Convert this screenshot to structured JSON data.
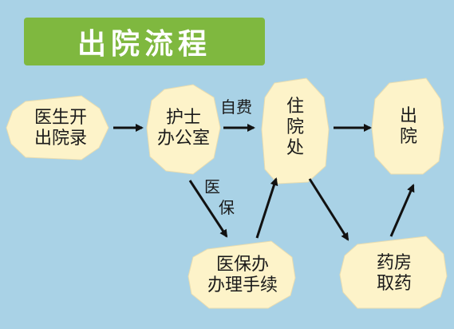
{
  "title": "出院流程",
  "nodes": {
    "doctor": [
      "医生开",
      "出院录"
    ],
    "nurse": [
      "护士",
      "办公室"
    ],
    "inpatient": [
      "住",
      "院",
      "处"
    ],
    "discharge": [
      "出",
      "院"
    ],
    "insurance": [
      "医保办",
      "办理手续"
    ],
    "pharmacy": [
      "药房",
      "取药"
    ]
  },
  "edge_labels": {
    "self_pay": "自费",
    "insurance": [
      "医",
      "保"
    ]
  },
  "colors": {
    "background": "#a9d2e6",
    "banner": "#7fb83f",
    "node_fill": "#fdf3c9",
    "arrow": "#111111"
  }
}
